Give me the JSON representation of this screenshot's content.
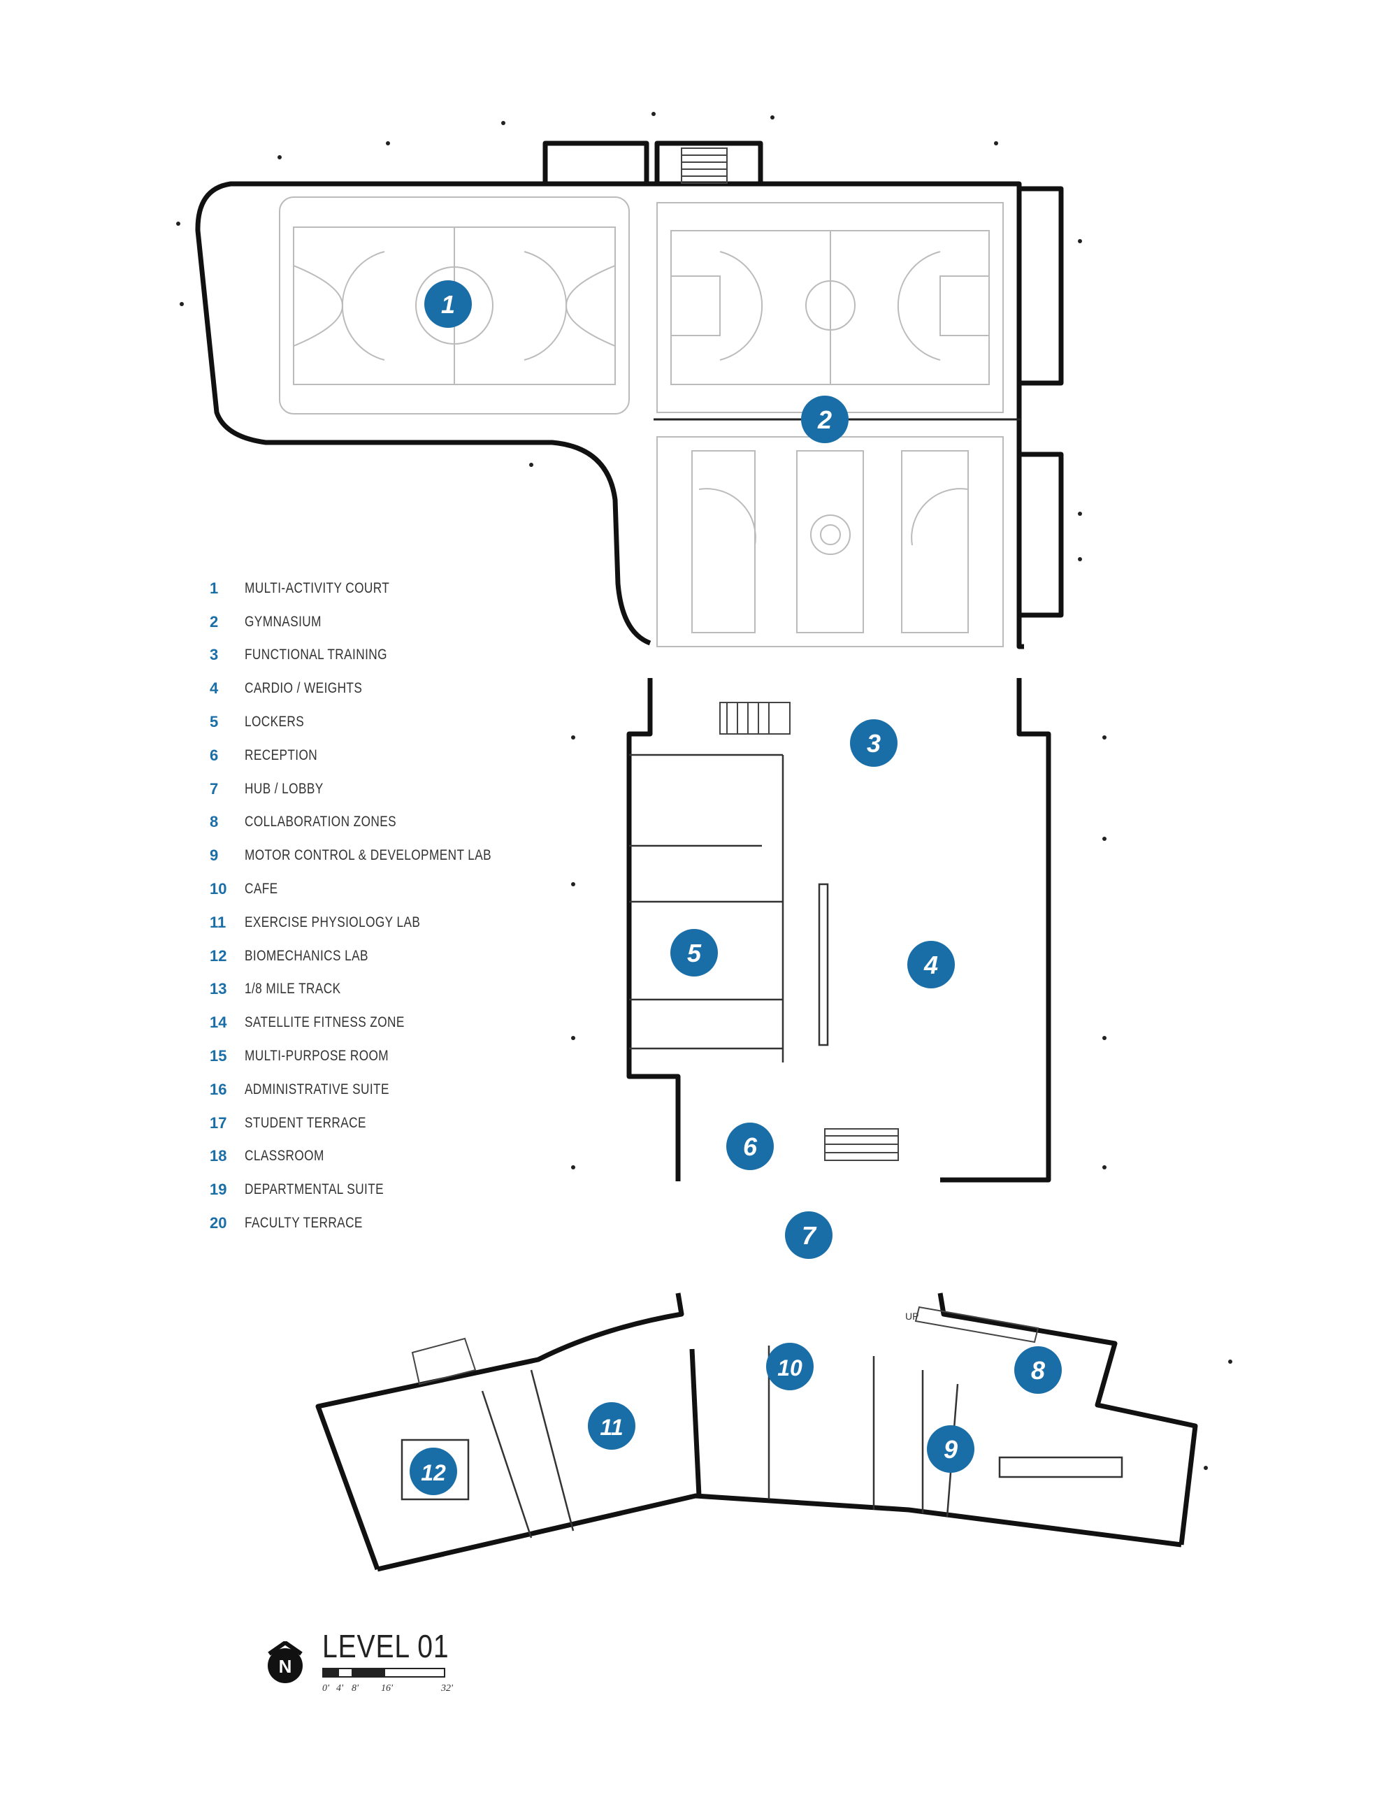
{
  "rooms": [
    {
      "number": "1",
      "name": "MULTI-ACTIVITY COURT"
    },
    {
      "number": "2",
      "name": "GYMNASIUM"
    },
    {
      "number": "3",
      "name": "FUNCTIONAL TRAINING"
    },
    {
      "number": "4",
      "name": "CARDIO / WEIGHTS"
    },
    {
      "number": "5",
      "name": "LOCKERS"
    },
    {
      "number": "6",
      "name": "RECEPTION"
    },
    {
      "number": "7",
      "name": "HUB / LOBBY"
    },
    {
      "number": "8",
      "name": "COLLABORATION ZONES"
    },
    {
      "number": "9",
      "name": "MOTOR CONTROL & DEVELOPMENT LAB"
    },
    {
      "number": "10",
      "name": "CAFE"
    },
    {
      "number": "11",
      "name": "EXERCISE PHYSIOLOGY LAB"
    },
    {
      "number": "12",
      "name": "BIOMECHANICS LAB"
    },
    {
      "number": "13",
      "name": "1/8 MILE TRACK"
    },
    {
      "number": "14",
      "name": "SATELLITE FITNESS ZONE"
    },
    {
      "number": "15",
      "name": "MULTI-PURPOSE ROOM"
    },
    {
      "number": "16",
      "name": "ADMINISTRATIVE SUITE"
    },
    {
      "number": "17",
      "name": "STUDENT TERRACE"
    },
    {
      "number": "18",
      "name": "CLASSROOM"
    },
    {
      "number": "19",
      "name": "DEPARTMENTAL SUITE"
    },
    {
      "number": "20",
      "name": "FACULTY TERRACE"
    }
  ],
  "markers": [
    "1",
    "2",
    "3",
    "4",
    "5",
    "6",
    "7",
    "8",
    "9",
    "10",
    "11",
    "12"
  ],
  "title": "LEVEL 01",
  "north_letter": "N",
  "scale_labels": [
    "0'",
    "4'",
    "8'",
    "16'",
    "32'"
  ],
  "stair_label": "UP",
  "colors": {
    "marker": "#1a6ea8",
    "wall": "#111111",
    "court": "#bbbbbb"
  }
}
